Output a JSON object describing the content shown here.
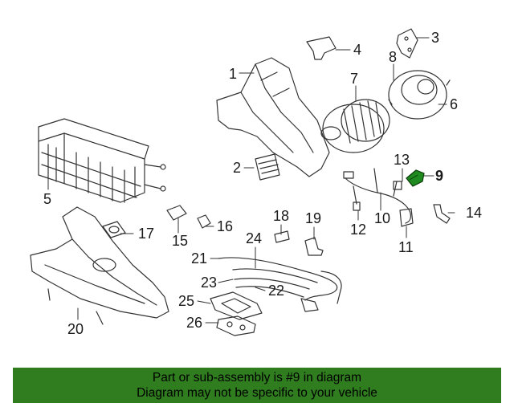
{
  "callouts": [
    "1",
    "2",
    "3",
    "4",
    "5",
    "6",
    "7",
    "8",
    "9",
    "10",
    "11",
    "12",
    "13",
    "14",
    "15",
    "16",
    "17",
    "18",
    "19",
    "20",
    "21",
    "22",
    "23",
    "24",
    "25",
    "26"
  ],
  "highlight_part": "9",
  "highlight_color": "#1f8a1f",
  "banner": {
    "line1": "Part or sub-assembly is #9 in diagram",
    "line2": "Diagram may not be specific to your vehicle",
    "background": "#2f7d1f"
  }
}
